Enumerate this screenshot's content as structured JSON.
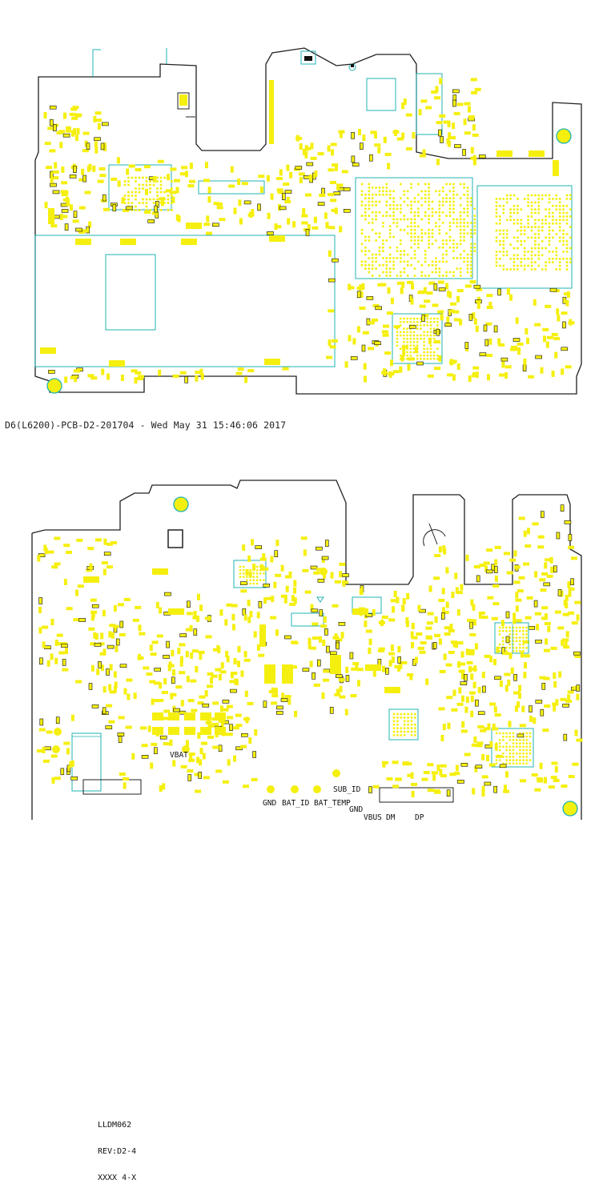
{
  "footer": {
    "caption": "D6(L6200)-PCB-D2-201704 - Wed May 31 15:46:06 2017"
  },
  "bottom_board": {
    "silkscreen": [
      "LLDM062",
      "REV:D2-4",
      "XXXX 4-X"
    ],
    "testpoints": {
      "vbat": "VBAT",
      "gnd_1": "GND",
      "bat_id": "BAT_ID",
      "bat_temp": "BAT_TEMP",
      "sub_id": "SUB_ID",
      "gnd_2": "GND",
      "vbus": "VBUS",
      "dm": "DM",
      "dp": "DP"
    }
  },
  "colors": {
    "outline": "#202020",
    "component": "#f5ef0f",
    "trace": "#22b3b3",
    "dark": "#111111"
  }
}
